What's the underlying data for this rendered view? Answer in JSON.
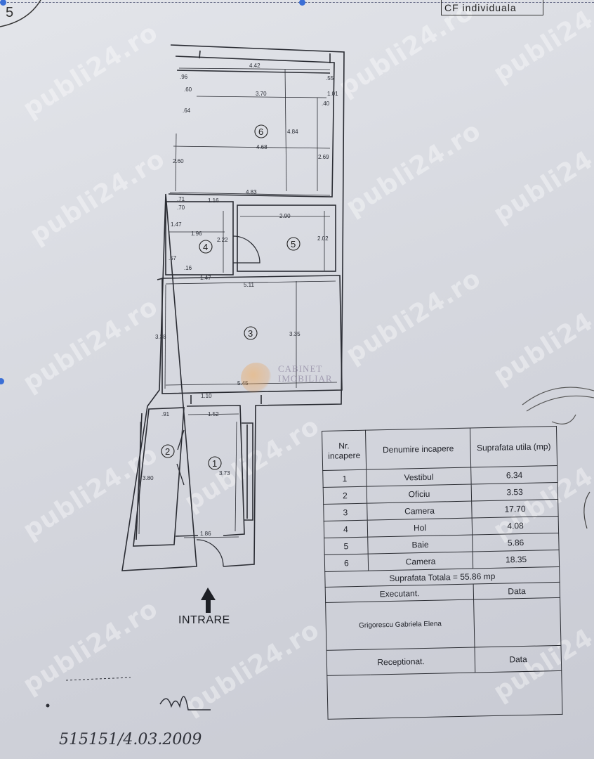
{
  "header": {
    "cf_label": "CF individuala",
    "corner_mark": "5"
  },
  "watermark": {
    "text": "publi24.ro"
  },
  "plan": {
    "entrance_label": "INTRARE",
    "rooms": [
      {
        "num": "1"
      },
      {
        "num": "2"
      },
      {
        "num": "3"
      },
      {
        "num": "4"
      },
      {
        "num": "5"
      },
      {
        "num": "6"
      }
    ],
    "dimensions": {
      "r6_top": "4.42",
      "r6_inner": "3.70",
      "r6_mid": "4.68",
      "r6_bottom": "4.83",
      "r6_height": "4.84",
      "r6_right": "2.69",
      "r6_left": "2.60",
      "r6_small_a": ".96",
      "r6_small_b": ".60",
      "r6_small_c": ".64",
      "r6_small_d": ".55",
      "r6_small_e": ".40",
      "r6_small_f": "1.01",
      "r4_top": "1.16",
      "r4_left": "1.47",
      "r4_width": "1.96",
      "r4_height": "2.22",
      "r4_small_a": ".71",
      "r4_small_b": ".70",
      "r4_small_c": ".57",
      "r4_small_d": ".16",
      "r4_bottom": "1.47",
      "r5_width": "2.90",
      "r5_height": "2.02",
      "r3_top": "5.11",
      "r3_left": "3.38",
      "r3_right": "3.35",
      "r3_bottom": "5.45",
      "r1_top": "1.10",
      "r1_width": "1.52",
      "r1_height": "3.73",
      "r1_bottom": "1.86",
      "r2_small": ".91",
      "r2_height": "3.80"
    }
  },
  "table": {
    "headers": {
      "nr": "Nr. incapere",
      "name": "Denumire incapere",
      "area": "Suprafata utila (mp)"
    },
    "rows": [
      {
        "nr": "1",
        "name": "Vestibul",
        "area": "6.34"
      },
      {
        "nr": "2",
        "name": "Oficiu",
        "area": "3.53"
      },
      {
        "nr": "3",
        "name": "Camera",
        "area": "17.70"
      },
      {
        "nr": "4",
        "name": "Hol",
        "area": "4.08"
      },
      {
        "nr": "5",
        "name": "Baie",
        "area": "5.86"
      },
      {
        "nr": "6",
        "name": "Camera",
        "area": "18.35"
      }
    ],
    "total": "Suprafata Totala = 55.86 mp",
    "executant_label": "Executant.",
    "date_label_1": "Data",
    "executant_name": "Grigorescu Gabriela Elena",
    "receptionat_label": "Receptionat.",
    "date_label_2": "Data"
  },
  "branding": {
    "cabinet_line1": "CABINET",
    "cabinet_line2": "IMOBILIAR"
  },
  "footer": {
    "stamp_number": "515151/4.03.2009"
  }
}
